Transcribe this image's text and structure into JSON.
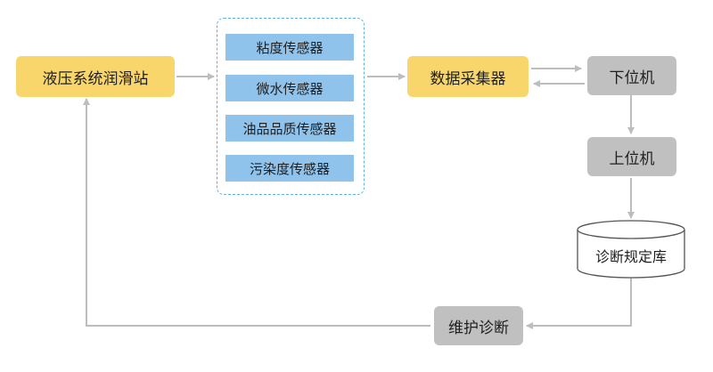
{
  "nodes": {
    "hydraulic_station": "液压系统润滑站",
    "data_collector": "数据采集器",
    "lower_computer": "下位机",
    "upper_computer": "上位机",
    "diagnosis_rule_base": "诊断规定库",
    "maintenance_diagnosis": "维护诊断"
  },
  "sensors": [
    "粘度传感器",
    "微水传感器",
    "油品品质传感器",
    "污染度传感器"
  ],
  "colors": {
    "process_node": "#f9d66b",
    "computer_node": "#c0c0c0",
    "sensor_node": "#8fc3ec",
    "group_border": "#5fb0e8",
    "arrow": "#bdbdbd"
  }
}
